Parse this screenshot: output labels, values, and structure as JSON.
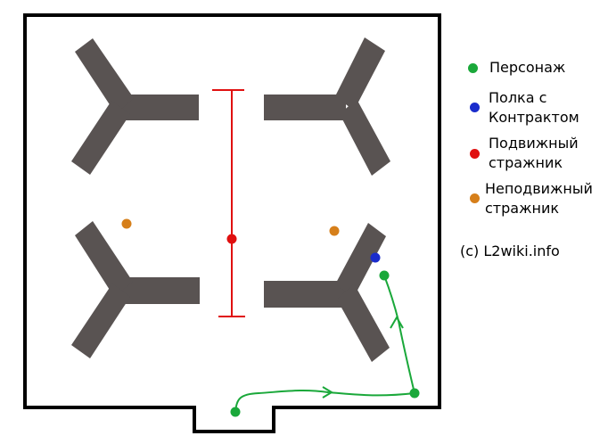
{
  "legend": {
    "character": "Персонаж",
    "contract_shelf": "Полка с\nКонтрактом",
    "moving_guard": "Подвижный\nстражник",
    "static_guard": "Неподвижный\nстражник"
  },
  "copyright": "(c) L2wiki.info",
  "colors": {
    "wall": "#000000",
    "pillar": "#595352",
    "character": "#1aa83a",
    "contract_shelf": "#1a2ccc",
    "moving_guard": "#e01010",
    "static_guard": "#d67f1a",
    "patrol_route": "#e01010",
    "player_path": "#1aa83a"
  },
  "icons": {
    "pillar": "y-pillar-shape",
    "route_arrow": "arrow-head-icon"
  }
}
